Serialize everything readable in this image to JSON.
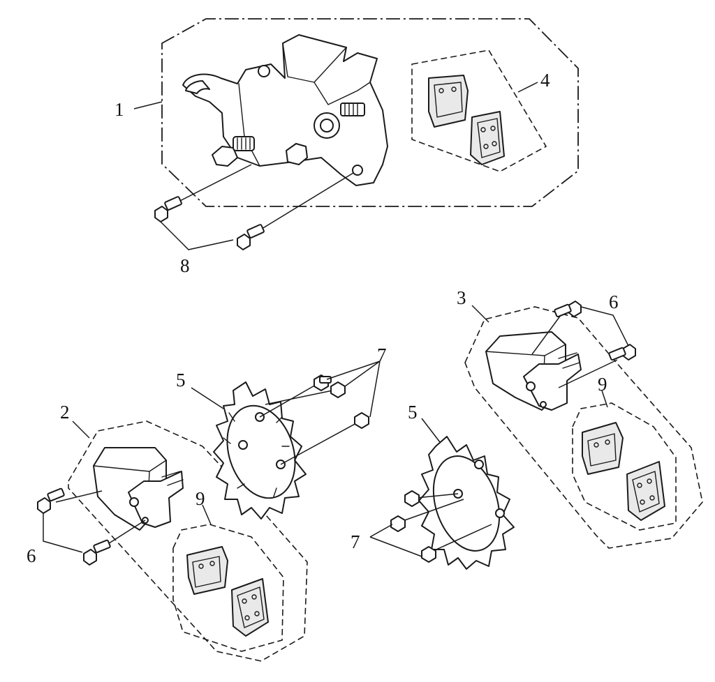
{
  "callouts": {
    "c1": "1",
    "c2": "2",
    "c3": "3",
    "c4": "4",
    "c5_left": "5",
    "c5_right": "5",
    "c6_left": "6",
    "c6_right": "6",
    "c7_top": "7",
    "c7_bottom": "7",
    "c8": "8",
    "c9_left": "9",
    "c9_right": "9"
  }
}
